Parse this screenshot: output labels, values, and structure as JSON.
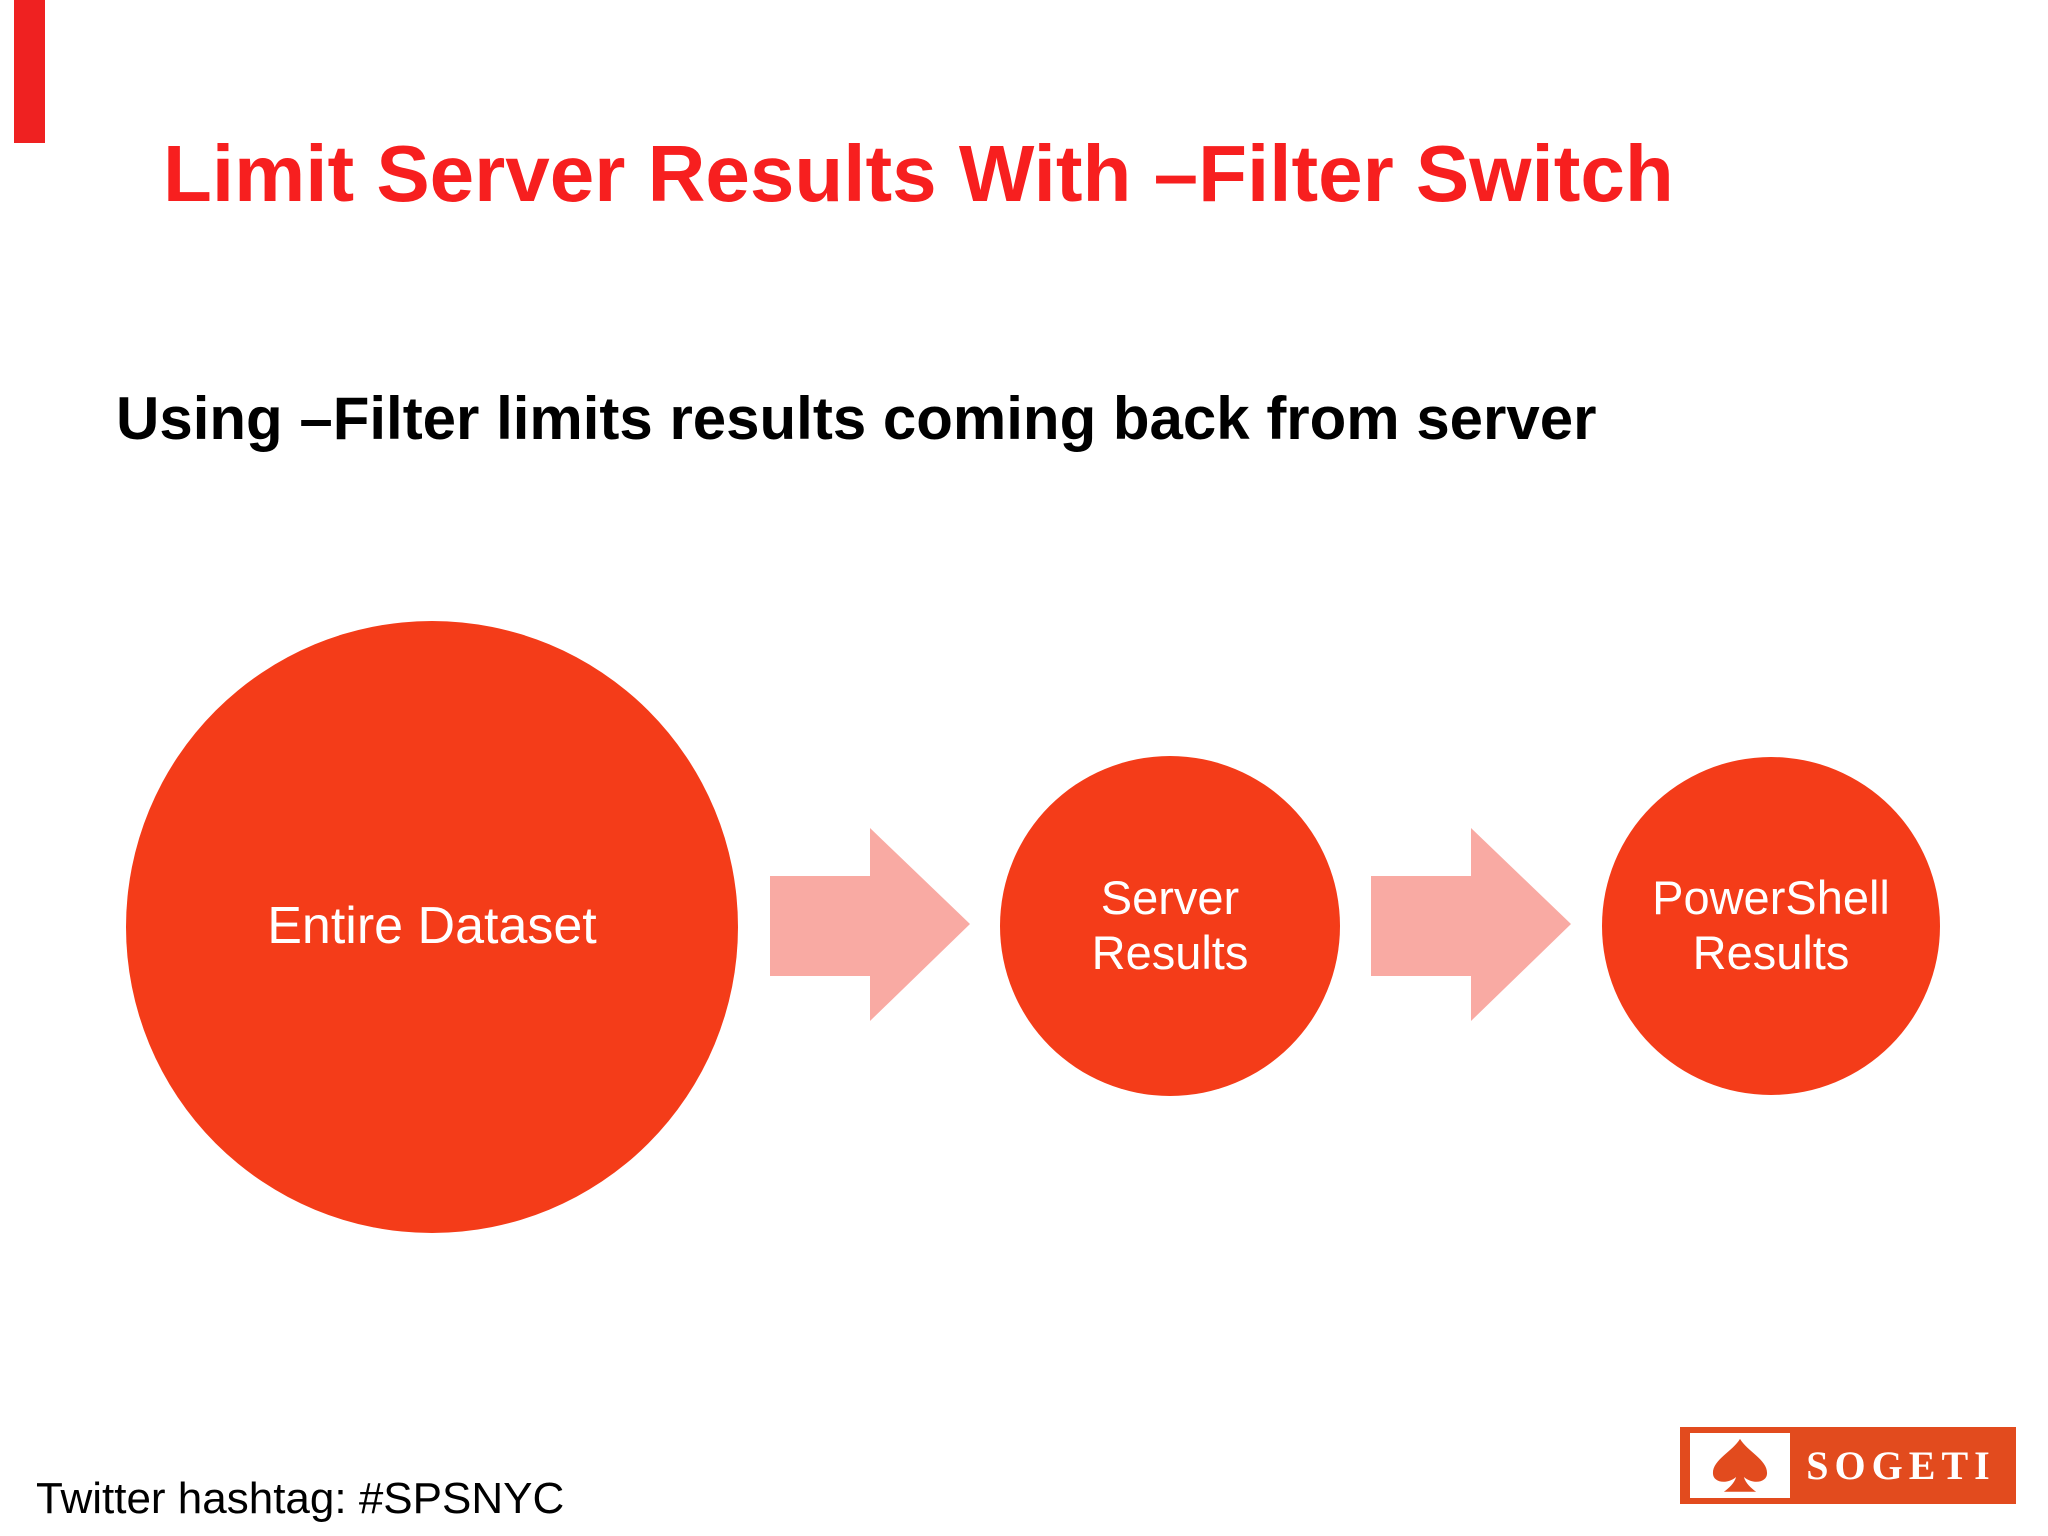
{
  "slide": {
    "title": "Limit Server Results With –Filter Switch",
    "subtitle": "Using –Filter limits results coming back from server",
    "footer": "Twitter hashtag: #SPSNYC"
  },
  "diagram": {
    "type": "process-flow",
    "nodes": [
      {
        "label": "Entire Dataset",
        "size": "large"
      },
      {
        "label": "Server\nResults",
        "size": "medium"
      },
      {
        "label": "PowerShell\nResults",
        "size": "medium"
      }
    ],
    "connectors": [
      "right-block-arrow",
      "right-block-arrow"
    ]
  },
  "logo": {
    "brand": "SOGETI",
    "icon": "spade-icon"
  },
  "colors": {
    "title_red": "#f71f1f",
    "shape_red": "#f43c19",
    "arrow_pink": "#f9aaa3",
    "logo_orange": "#e24b1e",
    "accent_bar_red": "#ef2121",
    "text_black": "#000000",
    "circle_text_white": "#ffffff"
  }
}
